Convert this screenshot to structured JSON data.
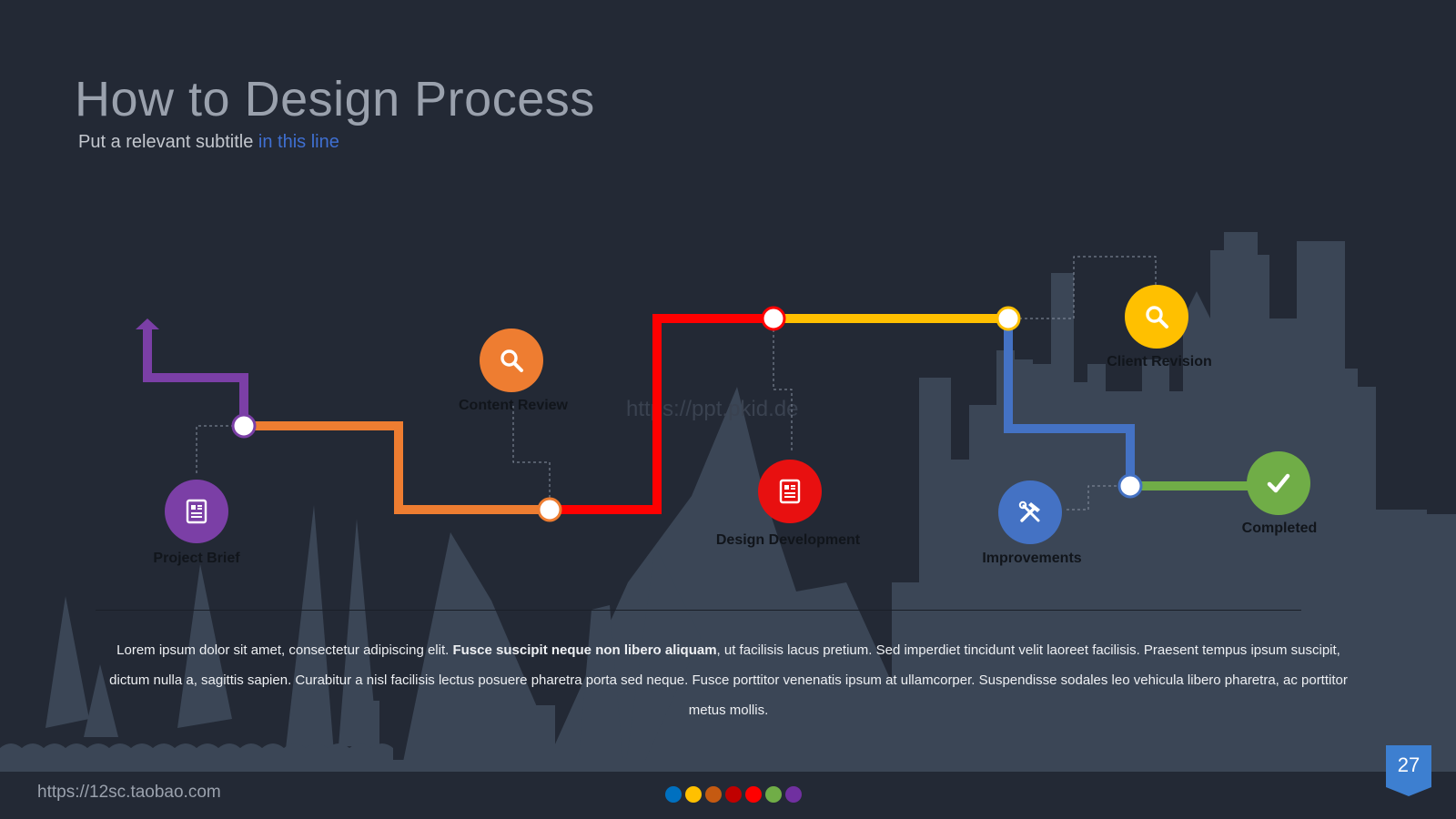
{
  "slide": {
    "title": "How to Design Process",
    "subtitle_main": "Put a relevant subtitle ",
    "subtitle_highlight": "in this line",
    "watermark": "https://ppt.pkid.de"
  },
  "steps": [
    {
      "label": "Project Brief",
      "color": "#7b3fa6",
      "icon": "document-icon"
    },
    {
      "label": "Content Review",
      "color": "#ee7d31",
      "icon": "search-icon"
    },
    {
      "label": "Design Development",
      "color": "#e81010",
      "icon": "document-icon"
    },
    {
      "label": "Client Revision",
      "color": "#ffc000",
      "icon": "search-icon"
    },
    {
      "label": "Improvements",
      "color": "#4472c4",
      "icon": "tools-icon"
    },
    {
      "label": "Completed",
      "color": "#70ad47",
      "icon": "check-icon"
    }
  ],
  "body": {
    "text_start": "Lorem ipsum dolor sit amet, consectetur adipiscing elit. ",
    "text_bold": "Fusce suscipit neque non libero aliquam",
    "text_end": ", ut facilisis lacus pretium. Sed imperdiet tincidunt velit laoreet facilisis. Praesent tempus ipsum suscipit, dictum nulla a, sagittis sapien. Curabitur a nisl facilisis lectus posuere pharetra porta sed neque. Fusce porttitor venenatis ipsum at ullamcorper. Suspendisse sodales leo vehicula libero pharetra, ac porttitor metus mollis."
  },
  "footer": {
    "url": "https://12sc.taobao.com",
    "page_number": "27",
    "page_badge_color": "#3d7fd0",
    "dot_colors": [
      "#0070c0",
      "#ffc000",
      "#c55a11",
      "#c00000",
      "#ff0000",
      "#70ad47",
      "#7030a0"
    ]
  },
  "colors": {
    "background": "#232935",
    "silhouette": "#3b4656",
    "path_purple": "#7b3fa6",
    "path_orange": "#ee7d31",
    "path_red": "#ff0000",
    "path_yellow": "#ffc000",
    "path_blue": "#4472c4",
    "path_green": "#70ad47"
  }
}
